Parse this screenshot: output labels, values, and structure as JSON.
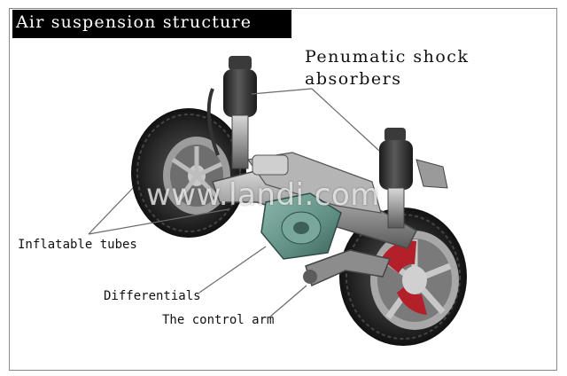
{
  "title": "Air suspension structure",
  "labels": {
    "shock_absorbers_line1": "Penumatic shock",
    "shock_absorbers_line2": "absorbers",
    "inflatable_tubes": "Inflatable tubes",
    "differentials": "Differentials",
    "control_arm": "The control arm"
  },
  "watermark": "www.landi.com",
  "colors": {
    "title_bg": "#000000",
    "title_text": "#ffffff",
    "brake_disc": "#b3202a",
    "differential_housing": "#5f8f84"
  }
}
